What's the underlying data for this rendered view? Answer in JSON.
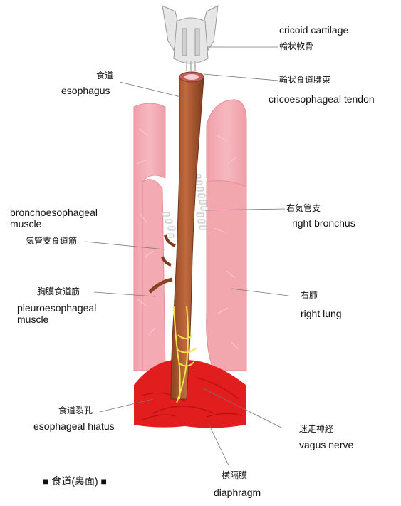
{
  "title": "■ 食道(裏面) ■",
  "colors": {
    "lung": "#f2a6ae",
    "lung_edge": "#e48d97",
    "esophagus": "#b35f35",
    "esophagus_dark": "#7d3b1c",
    "diaphragm": "#e11d1d",
    "nerve": "#f2e14a",
    "cartilage": "#e6e6e6",
    "leader": "#777777"
  },
  "labels": {
    "cricoid": {
      "jp": "輪状軟骨",
      "en": "cricoid cartilage"
    },
    "tendon": {
      "jp": "輪状食道腱束",
      "en": "cricoesophageal tendon"
    },
    "esophagus": {
      "jp": "食道",
      "en": "esophagus"
    },
    "broncho_muscle": {
      "jp": "気管支食道筋",
      "en": "bronchoesophageal muscle"
    },
    "right_bronchus": {
      "jp": "右気管支",
      "en": "right bronchus"
    },
    "pleuro_muscle": {
      "jp": "胸膜食道筋",
      "en": "pleuroesophageal muscle"
    },
    "right_lung": {
      "jp": "右肺",
      "en": "right lung"
    },
    "hiatus": {
      "jp": "食道裂孔",
      "en": "esophageal hiatus"
    },
    "vagus": {
      "jp": "迷走神経",
      "en": "vagus nerve"
    },
    "diaphragm": {
      "jp": "横隔膜",
      "en": "diaphragm"
    }
  }
}
